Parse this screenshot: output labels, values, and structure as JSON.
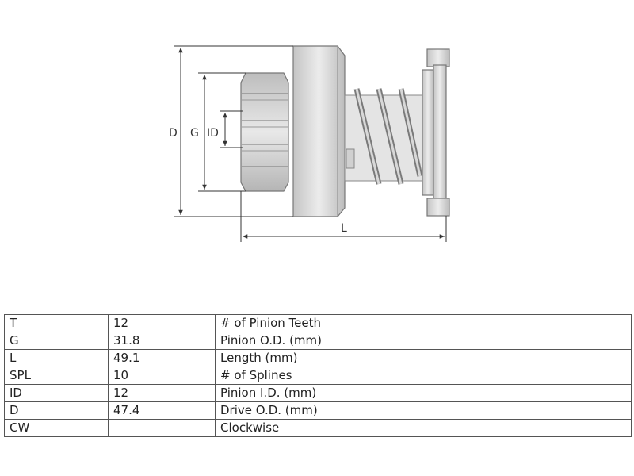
{
  "drawing": {
    "labels": {
      "d": "D",
      "g": "G",
      "id": "ID",
      "l": "L"
    }
  },
  "table": {
    "rows": [
      {
        "code": "T",
        "value": "12",
        "description": "# of Pinion Teeth"
      },
      {
        "code": "G",
        "value": "31.8",
        "description": "Pinion O.D. (mm)"
      },
      {
        "code": "L",
        "value": "49.1",
        "description": "Length (mm)"
      },
      {
        "code": "SPL",
        "value": "10",
        "description": "# of Splines"
      },
      {
        "code": "ID",
        "value": "12",
        "description": "Pinion I.D. (mm)"
      },
      {
        "code": "D",
        "value": "47.4",
        "description": "Drive O.D. (mm)"
      },
      {
        "code": "CW",
        "value": "",
        "description": "Clockwise"
      }
    ]
  }
}
